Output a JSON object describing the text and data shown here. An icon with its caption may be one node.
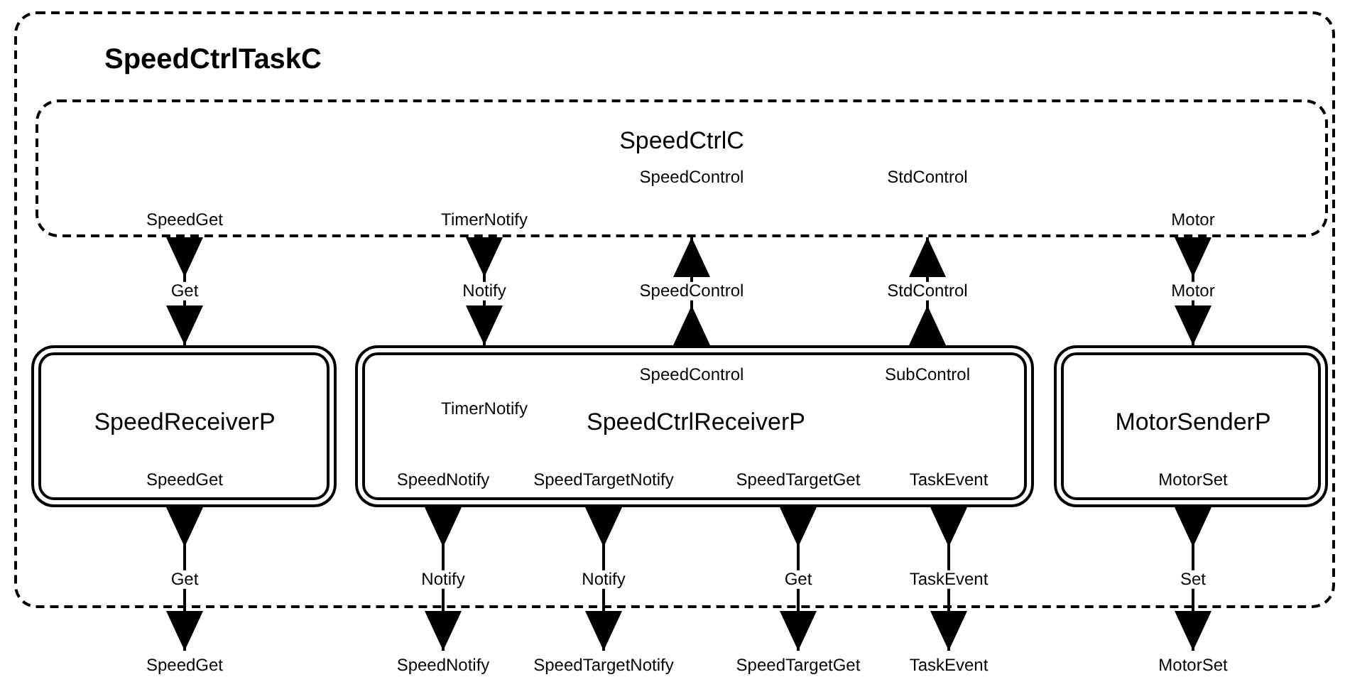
{
  "diagram": {
    "nodes": [
      {
        "text": [
          "SpeedCtrlTaskC"
        ]
      },
      {
        "text": [
          "SpeedCtrlC",
          "SpeedControl",
          "StdControl",
          "SpeedGet",
          "TimerNotify",
          "Motor"
        ],
        "in": 0
      },
      {
        "text": [
          "SpeedReceiverP",
          "SpeedGet"
        ],
        "in": 0
      },
      {
        "text": [
          "SpeedControl",
          "SubControl",
          "TimerNotify",
          "SpeedCtrlReceiverP",
          "SpeedNotify",
          "SpeedTargetNotify",
          "SpeedTargetGet",
          "TaskEvent"
        ],
        "in": 0
      },
      {
        "text": [
          "MotorSenderP",
          "MotorSet"
        ],
        "in": 0
      },
      {
        "text": [
          "SpeedGet"
        ]
      },
      {
        "text": [
          "SpeedNotify"
        ]
      },
      {
        "text": [
          "SpeedTargetNotify"
        ]
      },
      {
        "text": [
          "SpeedTargetGet"
        ]
      },
      {
        "text": [
          "TaskEvent"
        ]
      },
      {
        "text": [
          "MotorSet"
        ]
      }
    ],
    "edges": [
      {
        "from": 1,
        "to": 2,
        "label": "Get",
        "arrow": "to"
      },
      {
        "from": 1,
        "to": 3,
        "label": "Notify",
        "arrow": "to"
      },
      {
        "from": 3,
        "to": 1,
        "label": "SpeedControl",
        "arrow": "to"
      },
      {
        "from": 3,
        "to": 1,
        "label": "StdControl",
        "arrow": "to"
      },
      {
        "from": 1,
        "to": 4,
        "label": "Motor",
        "arrow": "to"
      },
      {
        "from": 2,
        "to": 5,
        "label": "Get",
        "arrow": "to"
      },
      {
        "from": 3,
        "to": 6,
        "label": "Notify",
        "arrow": "to"
      },
      {
        "from": 3,
        "to": 7,
        "label": "Notify",
        "arrow": "to"
      },
      {
        "from": 3,
        "to": 8,
        "label": "Get",
        "arrow": "to"
      },
      {
        "from": 3,
        "to": 9,
        "label": "TaskEvent",
        "arrow": "to"
      },
      {
        "from": 4,
        "to": 10,
        "label": "Set",
        "arrow": "to"
      }
    ]
  }
}
